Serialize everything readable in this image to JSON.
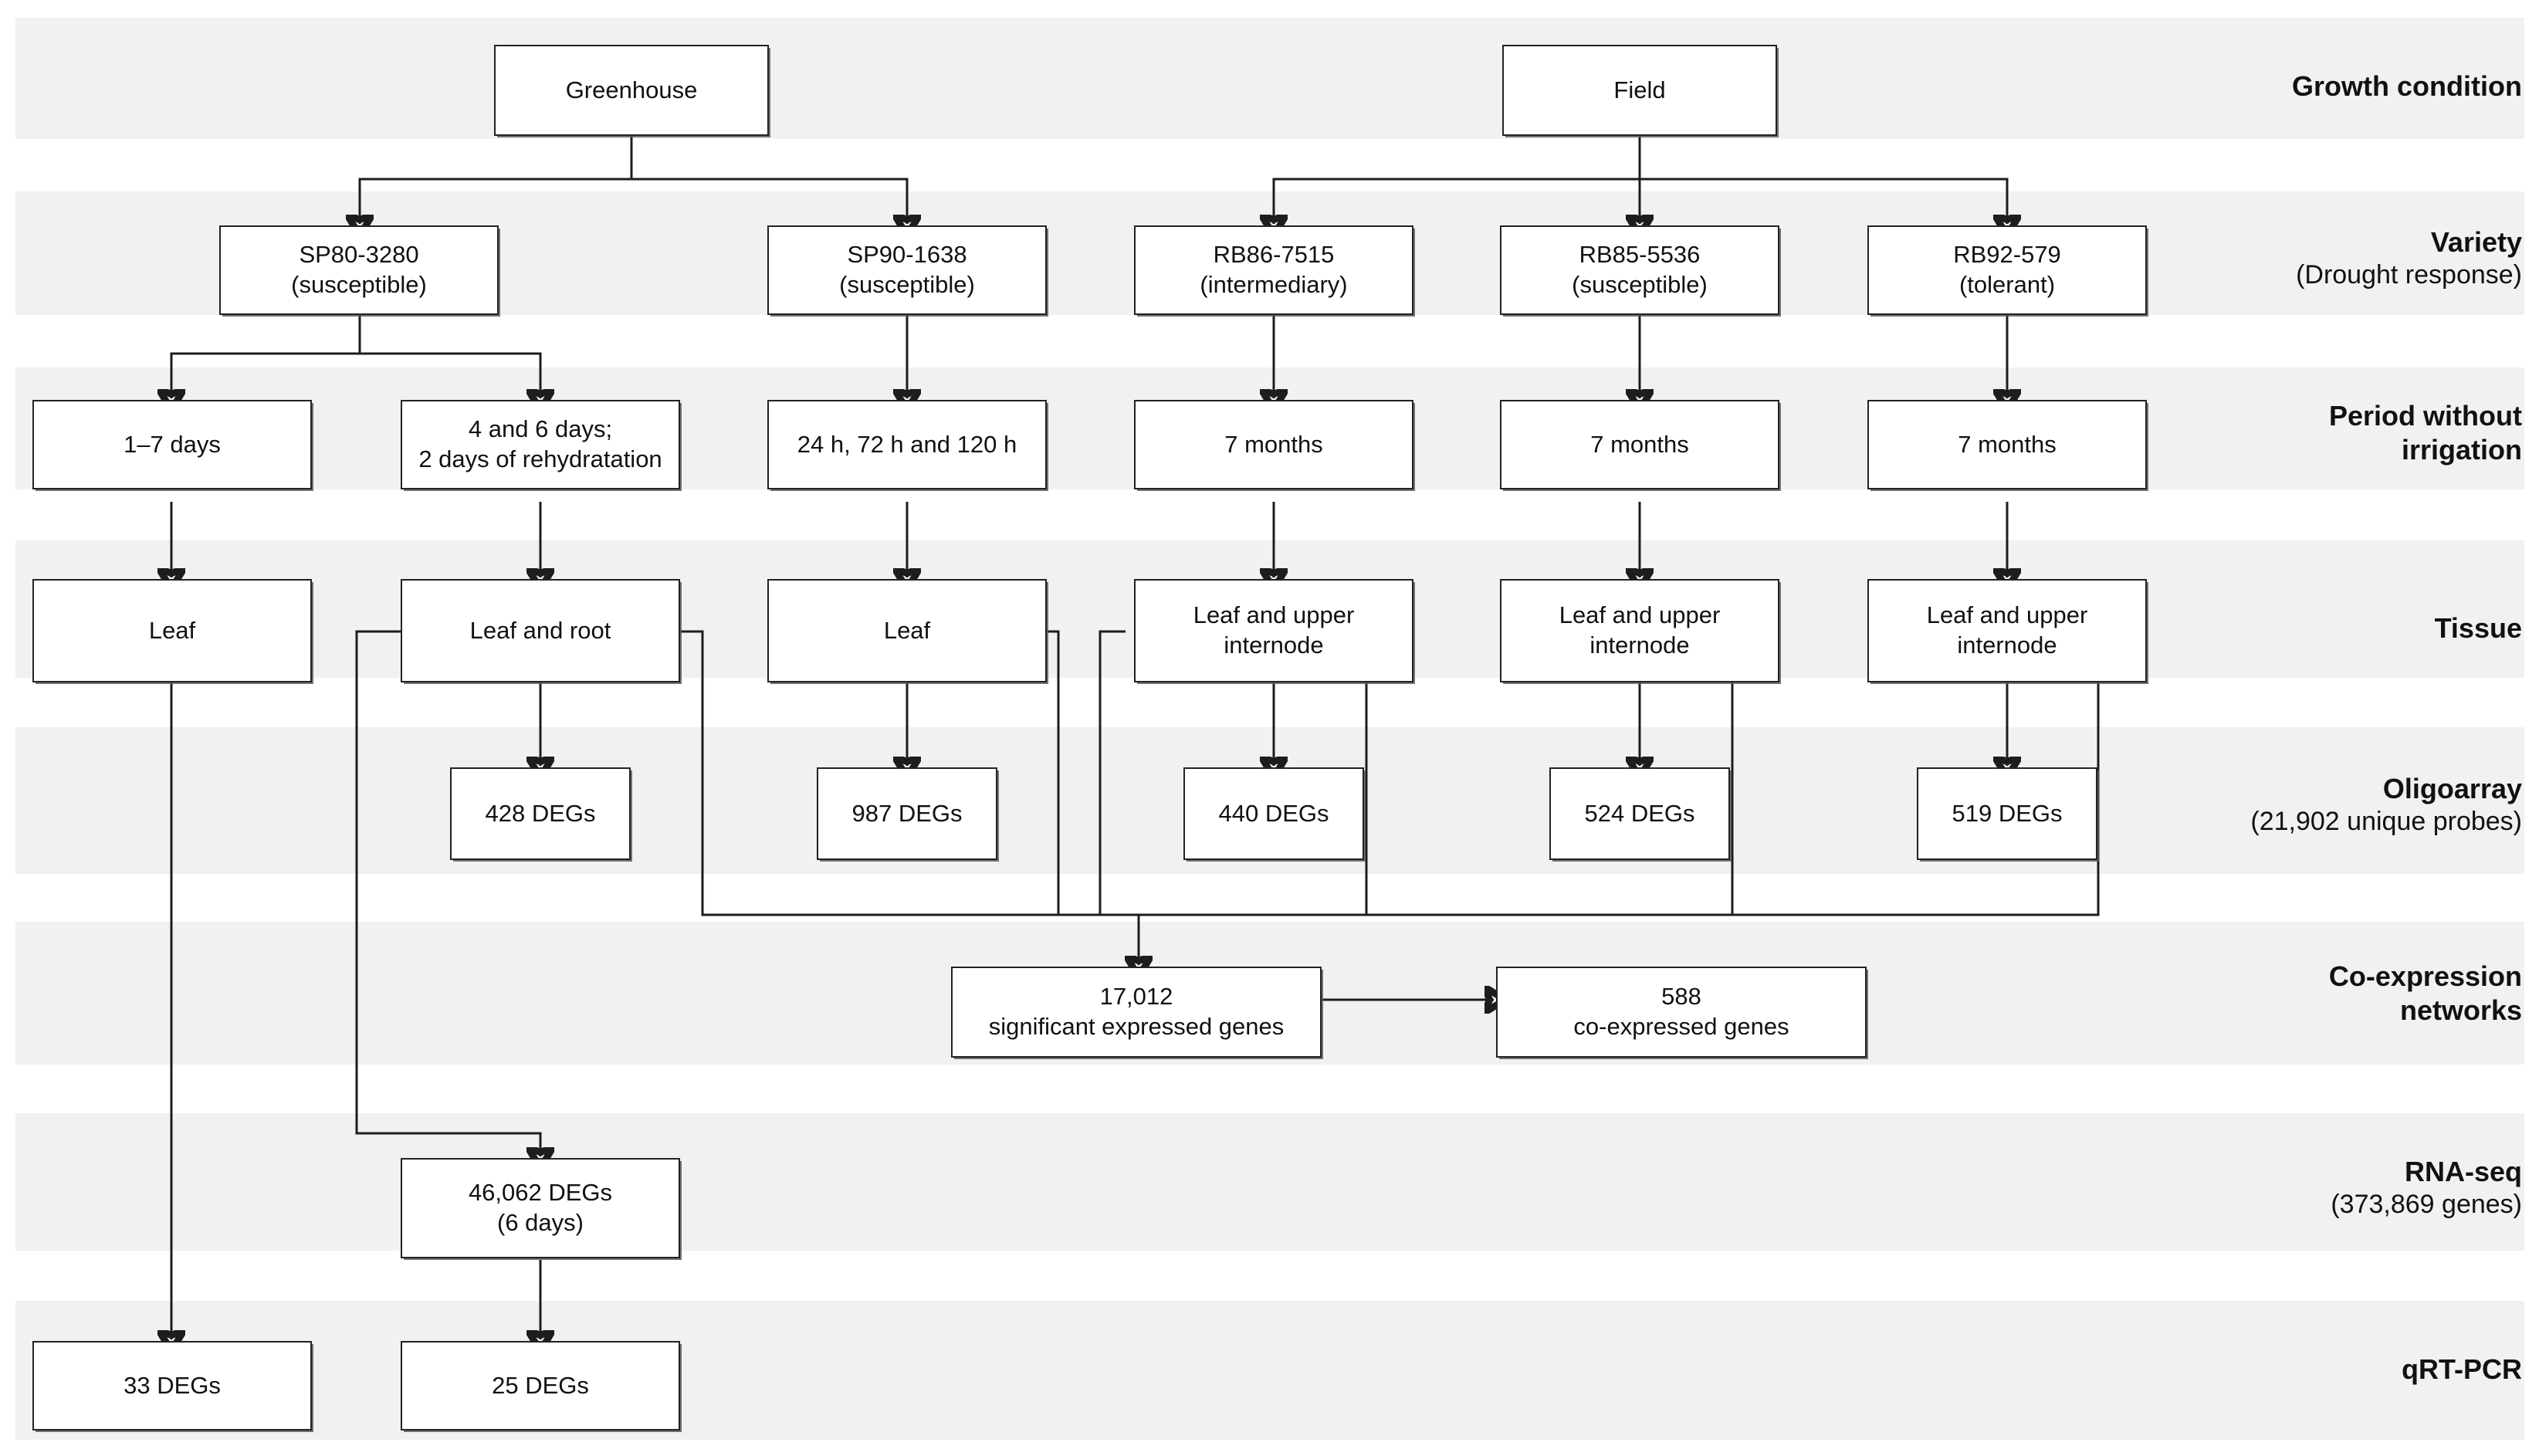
{
  "figure": {
    "type": "flowchart",
    "title": "Sugarcane drought-response experimental design flowchart"
  },
  "row_labels": [
    {
      "id": "growth-condition",
      "line1": "Growth condition",
      "line2": ""
    },
    {
      "id": "variety",
      "line1": "Variety",
      "line2": "(Drought response)"
    },
    {
      "id": "period-without-irrigation",
      "line1": "Period without",
      "line1b": "irrigation",
      "line2": ""
    },
    {
      "id": "tissue",
      "line1": "Tissue",
      "line2": ""
    },
    {
      "id": "oligoarray",
      "line1": "Oligoarray",
      "line2": "(21,902 unique probes)"
    },
    {
      "id": "co-expression-networks",
      "line1": "Co-expression",
      "line1b": "networks",
      "line2": ""
    },
    {
      "id": "rna-seq",
      "line1": "RNA-seq",
      "line2": "(373,869 genes)"
    },
    {
      "id": "qrt-pcr",
      "line1": "qRT-PCR",
      "line2": ""
    }
  ],
  "nodes": {
    "growth": [
      {
        "id": "greenhouse",
        "label": "Greenhouse"
      },
      {
        "id": "field",
        "label": "Field"
      }
    ],
    "variety": [
      {
        "id": "sp80-3280",
        "line1": "SP80-3280",
        "line2": "(susceptible)"
      },
      {
        "id": "sp90-1638",
        "line1": "SP90-1638",
        "line2": "(susceptible)"
      },
      {
        "id": "rb86-7515",
        "line1": "RB86-7515",
        "line2": "(intermediary)"
      },
      {
        "id": "rb85-5536",
        "line1": "RB85-5536",
        "line2": "(susceptible)"
      },
      {
        "id": "rb92-579",
        "line1": "RB92-579",
        "line2": "(tolerant)"
      }
    ],
    "period": [
      {
        "id": "period-1-7-days",
        "line1": "1–7 days",
        "line2": ""
      },
      {
        "id": "period-4-6-days",
        "line1": "4 and 6 days;",
        "line2": "2 days of rehydratation"
      },
      {
        "id": "period-24-72-120h",
        "line1": "24 h, 72 h and 120 h",
        "line2": ""
      },
      {
        "id": "period-7-months-a",
        "line1": "7 months",
        "line2": ""
      },
      {
        "id": "period-7-months-b",
        "line1": "7 months",
        "line2": ""
      },
      {
        "id": "period-7-months-c",
        "line1": "7 months",
        "line2": ""
      }
    ],
    "tissue": [
      {
        "id": "tissue-leaf-a",
        "line1": "Leaf",
        "line2": ""
      },
      {
        "id": "tissue-leaf-and-root",
        "line1": "Leaf and root",
        "line2": ""
      },
      {
        "id": "tissue-leaf-b",
        "line1": "Leaf",
        "line2": ""
      },
      {
        "id": "tissue-leaf-upper-internode-a",
        "line1": "Leaf and upper",
        "line2": "internode"
      },
      {
        "id": "tissue-leaf-upper-internode-b",
        "line1": "Leaf and upper",
        "line2": "internode"
      },
      {
        "id": "tissue-leaf-upper-internode-c",
        "line1": "Leaf and upper",
        "line2": "internode"
      }
    ],
    "oligoarray": [
      {
        "id": "degs-428",
        "label": "428 DEGs"
      },
      {
        "id": "degs-987",
        "label": "987 DEGs"
      },
      {
        "id": "degs-440",
        "label": "440 DEGs"
      },
      {
        "id": "degs-524",
        "label": "524 DEGs"
      },
      {
        "id": "degs-519",
        "label": "519 DEGs"
      }
    ],
    "coexpression": [
      {
        "id": "significant-expressed-genes",
        "line1": "17,012",
        "line2": "significant expressed genes"
      },
      {
        "id": "co-expressed-genes",
        "line1": "588",
        "line2": "co-expressed genes"
      }
    ],
    "rnaseq": [
      {
        "id": "degs-46062",
        "line1": "46,062 DEGs",
        "line2": "(6 days)"
      }
    ],
    "qrtpcr": [
      {
        "id": "degs-33",
        "label": "33 DEGs"
      },
      {
        "id": "degs-25",
        "label": "25 DEGs"
      }
    ]
  },
  "colors": {
    "band": "#f1f1f1",
    "page": "#ffffff",
    "stroke": "#1d1d1d",
    "text": "#111111"
  }
}
